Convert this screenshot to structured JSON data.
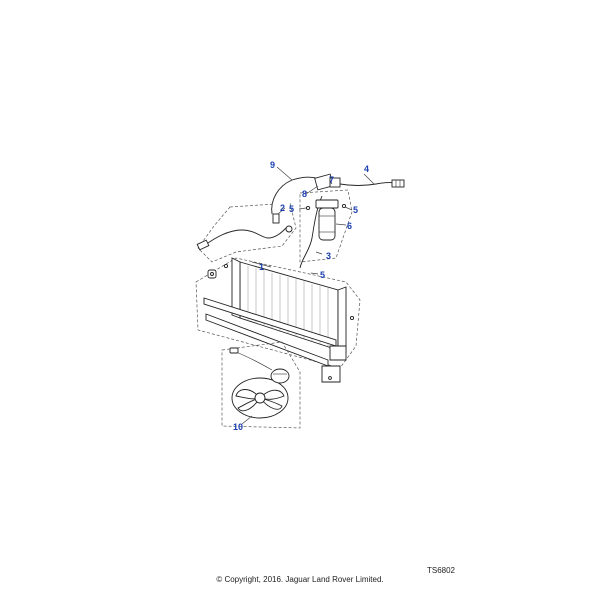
{
  "callouts": [
    {
      "id": "1",
      "label": "1"
    },
    {
      "id": "2",
      "label": "2"
    },
    {
      "id": "3",
      "label": "3"
    },
    {
      "id": "4",
      "label": "4"
    },
    {
      "id": "5a",
      "label": "5"
    },
    {
      "id": "5b",
      "label": "5"
    },
    {
      "id": "5c",
      "label": "5"
    },
    {
      "id": "6",
      "label": "6"
    },
    {
      "id": "7",
      "label": "7"
    },
    {
      "id": "8",
      "label": "8"
    },
    {
      "id": "9",
      "label": "9"
    },
    {
      "id": "10",
      "label": "10"
    }
  ],
  "colors": {
    "callout": "#1a3fb0",
    "line": "#222222"
  },
  "footer": {
    "drawing_ref": "TS6802",
    "copyright": "© Copyright, 2016. Jaguar Land Rover Limited."
  }
}
